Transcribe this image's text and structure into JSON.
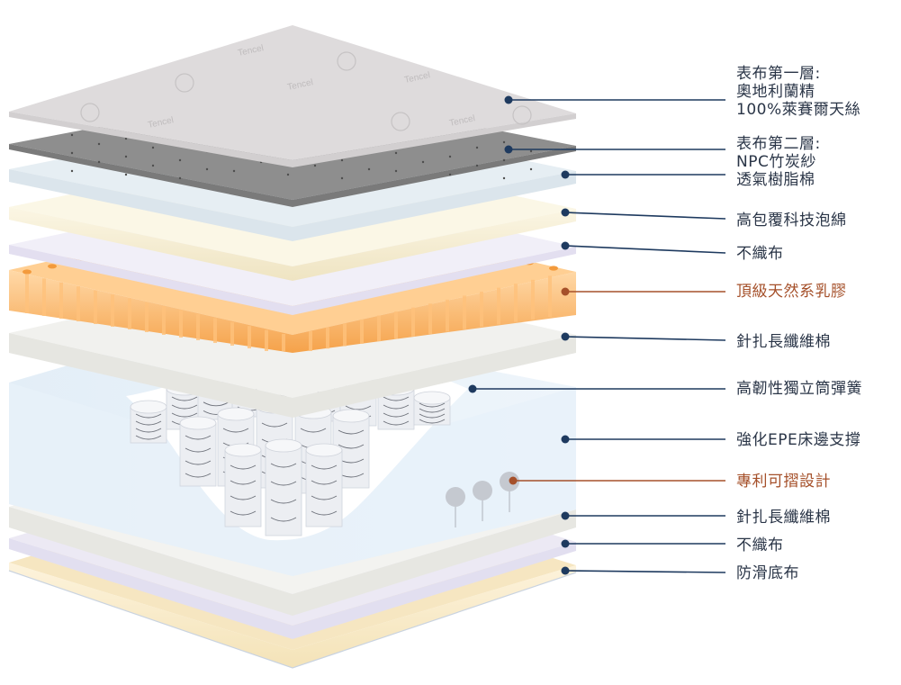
{
  "colors": {
    "navy": "#1e3a5f",
    "highlight": "#a5502a",
    "text": "#2a3547"
  },
  "layers": [
    {
      "id": "cover1",
      "lines": [
        "表布第一層:",
        "奧地利蘭精",
        "100%萊賽爾天絲"
      ],
      "highlight": false,
      "logo_text": "Tencel"
    },
    {
      "id": "cover2",
      "lines": [
        "表布第二層:",
        "NPC竹炭紗",
        "透氣樹脂棉"
      ],
      "highlight": false
    },
    {
      "id": "foam",
      "lines": [
        "高包覆科技泡綿"
      ],
      "highlight": false
    },
    {
      "id": "nonwoven1",
      "lines": [
        "不織布"
      ],
      "highlight": false
    },
    {
      "id": "latex",
      "lines": [
        "頂級天然系乳膠"
      ],
      "highlight": true
    },
    {
      "id": "fiber1",
      "lines": [
        "針扎長纖維棉"
      ],
      "highlight": false
    },
    {
      "id": "springs",
      "lines": [
        "高韌性獨立筒彈簧"
      ],
      "highlight": false
    },
    {
      "id": "epe",
      "lines": [
        "強化EPE床邊支撐"
      ],
      "highlight": false
    },
    {
      "id": "patent",
      "lines": [
        "專利可摺設計"
      ],
      "highlight": true
    },
    {
      "id": "fiber2",
      "lines": [
        "針扎長纖維棉"
      ],
      "highlight": false
    },
    {
      "id": "nonwoven2",
      "lines": [
        "不織布"
      ],
      "highlight": false
    },
    {
      "id": "base",
      "lines": [
        "防滑底布"
      ],
      "highlight": false
    }
  ]
}
